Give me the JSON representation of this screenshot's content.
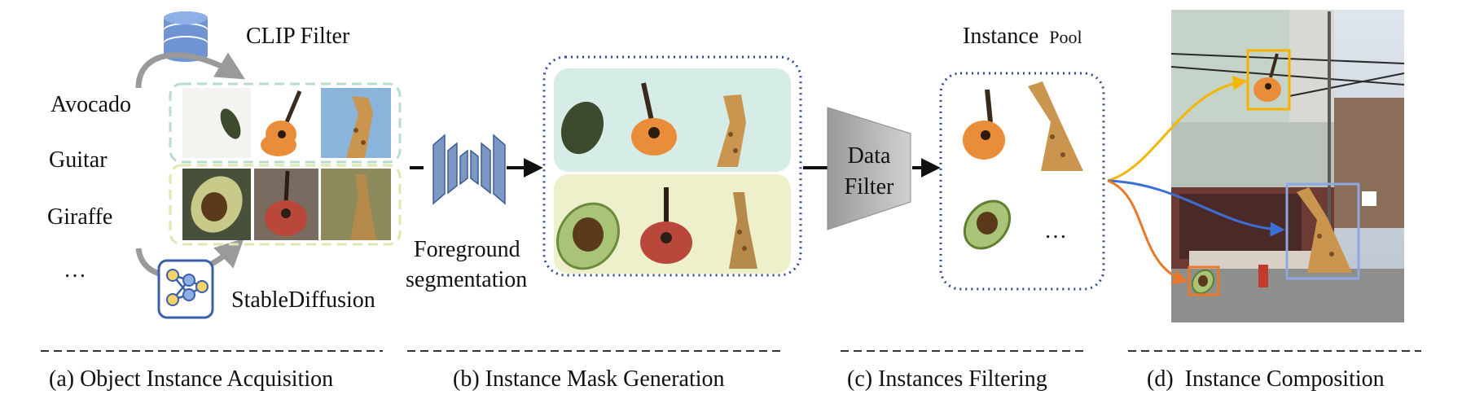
{
  "stage_a": {
    "caption": "(a) Object Instance Acquisition",
    "clip_filter_label": "CLIP Filter",
    "stable_diffusion_label": "StableDiffusion",
    "classes": [
      "Avocado",
      "Guitar",
      "Giraffe",
      "…"
    ],
    "database_icon": "database-icon",
    "network_icon": "neural-network-icon"
  },
  "stage_b": {
    "caption": "(b) Instance Mask Generation",
    "model_label_line1": "Foreground",
    "model_label_line2": "segmentation",
    "model_icon": "encoder-decoder-icon"
  },
  "stage_c": {
    "caption": "(c) Instances Filtering",
    "filter_label_line1": "Data",
    "filter_label_line2": "Filter",
    "pool_label_main": "Instance",
    "pool_label_small": "Pool",
    "ellipsis": "…"
  },
  "stage_d": {
    "caption": "(d)  Instance Composition"
  },
  "colors": {
    "clip_panel": "#d6ece6",
    "sd_panel": "#eef0cc",
    "dotted_border": "#2e4a8a",
    "arrow_yellow": "#f2b705",
    "arrow_blue": "#3b6fd6",
    "arrow_orange": "#e8792a",
    "box_yellow": "#f5b300",
    "box_blue": "#8fa8e0",
    "box_orange": "#e8792a",
    "icon_blue": "#6f93d3"
  }
}
